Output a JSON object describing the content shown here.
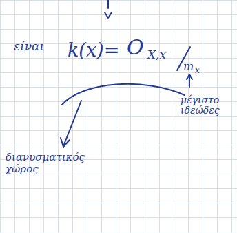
{
  "diagram": {
    "labels": [
      "είναι",
      "k(x)=",
      "O",
      "X,x",
      "m",
      "x",
      "μέγιστο ιδεώδες",
      "διανυσματικός χώρος"
    ]
  }
}
